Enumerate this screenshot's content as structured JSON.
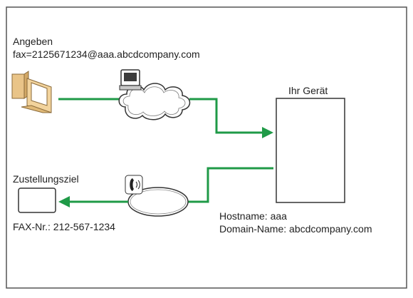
{
  "sender": {
    "heading": "Angeben",
    "address": "fax=2125671234@aaa.abcdcompany.com"
  },
  "device": {
    "label": "Ihr Gerät",
    "hostname": "Hostname: aaa",
    "domain": "Domain-Name: abcdcompany.com"
  },
  "recipient": {
    "heading": "Zustellungsziel",
    "fax_number": "FAX-Nr.: 212-567-1234"
  },
  "colors": {
    "arrow": "#1f9a47",
    "border": "#555555",
    "computer": "#e9c488"
  },
  "icons": {
    "sender": "computer-icon",
    "internet": "cloud-icon",
    "mail": "mail-terminal-icon",
    "phone_network": "phone-network-icon",
    "phone": "telephone-icon",
    "recipient": "fax-machine-icon"
  }
}
